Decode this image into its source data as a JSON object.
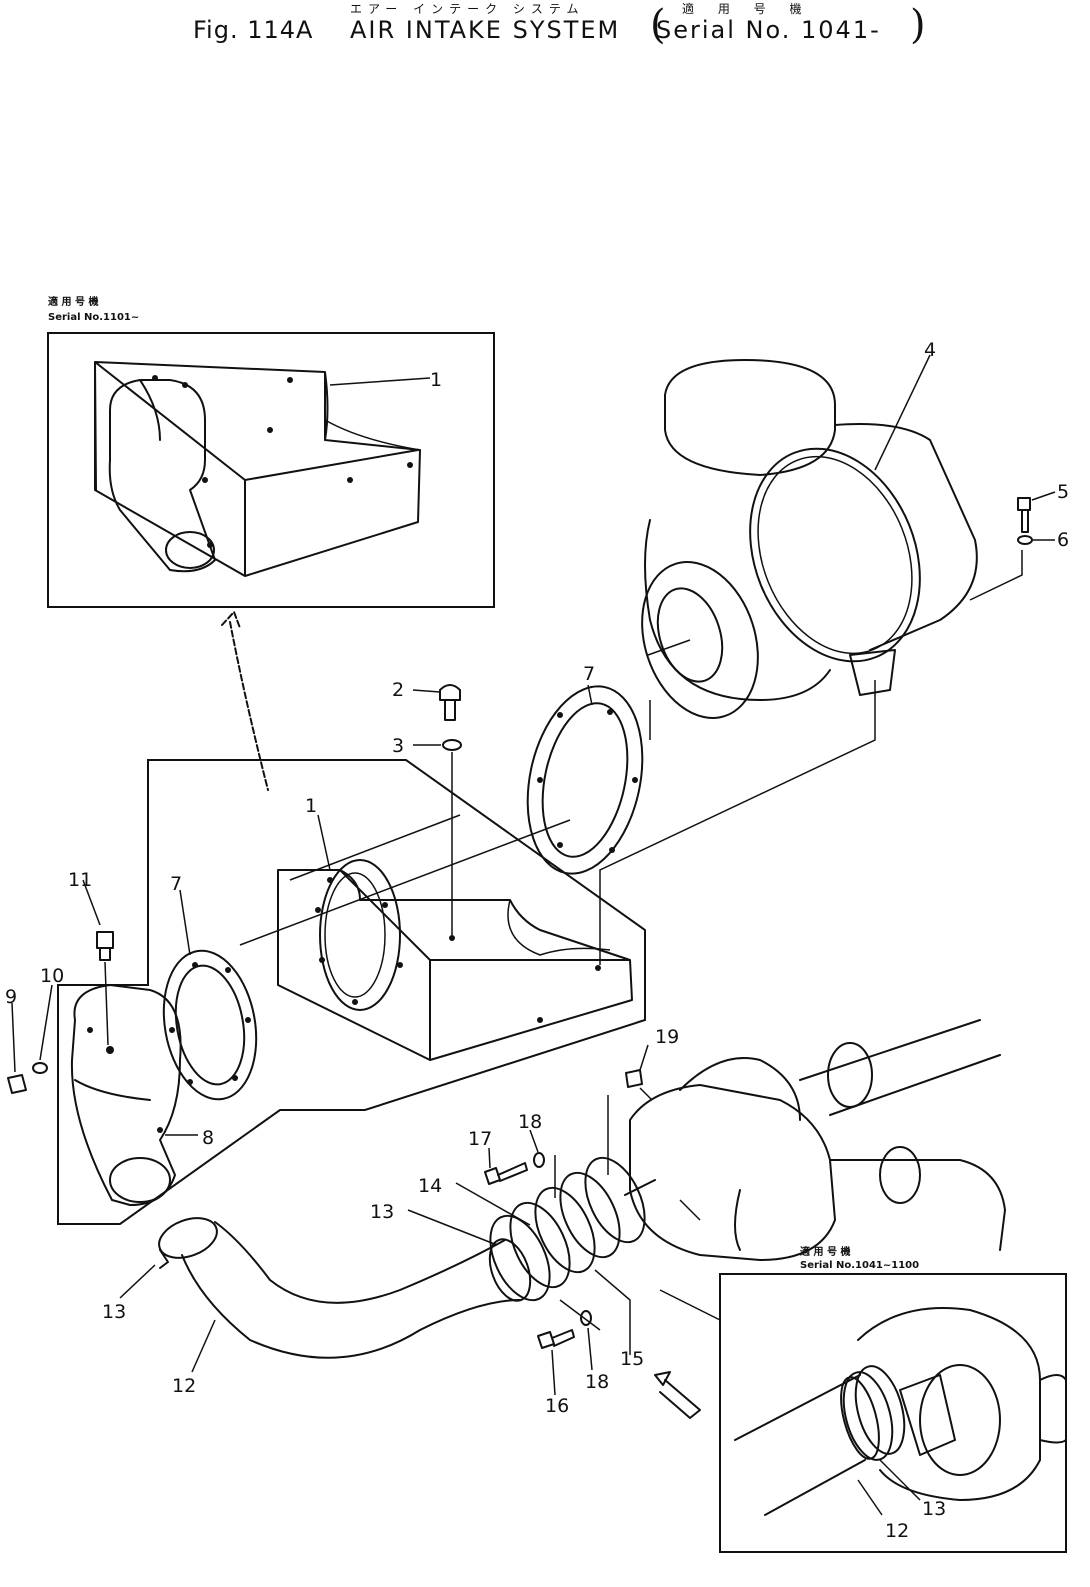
{
  "title": {
    "japanese": "エアー インテーク システム",
    "figure": "Fig. 114A",
    "name": "AIR INTAKE SYSTEM",
    "japanese_serial": "適 用 号 機",
    "serial": "Serial No. 1041-",
    "paren_left": "(",
    "paren_right": ")"
  },
  "insets": {
    "top_left": {
      "japanese": "適 用 号 機",
      "serial": "Serial No.1101~"
    },
    "bottom_right": {
      "japanese": "適 用 号 機",
      "serial": "Serial No.1041~1100"
    }
  },
  "callouts": {
    "c1a": "1",
    "c4": "4",
    "c5": "5",
    "c6": "6",
    "c2": "2",
    "c3": "3",
    "c7a": "7",
    "c1b": "1",
    "c11": "11",
    "c7b": "7",
    "c10": "10",
    "c9": "9",
    "c8": "8",
    "c19": "19",
    "c17": "17",
    "c18a": "18",
    "c14": "14",
    "c13a": "13",
    "c13b": "13",
    "c12a": "12",
    "c15": "15",
    "c16": "16",
    "c18b": "18",
    "c12b": "12",
    "c13c": "13"
  }
}
